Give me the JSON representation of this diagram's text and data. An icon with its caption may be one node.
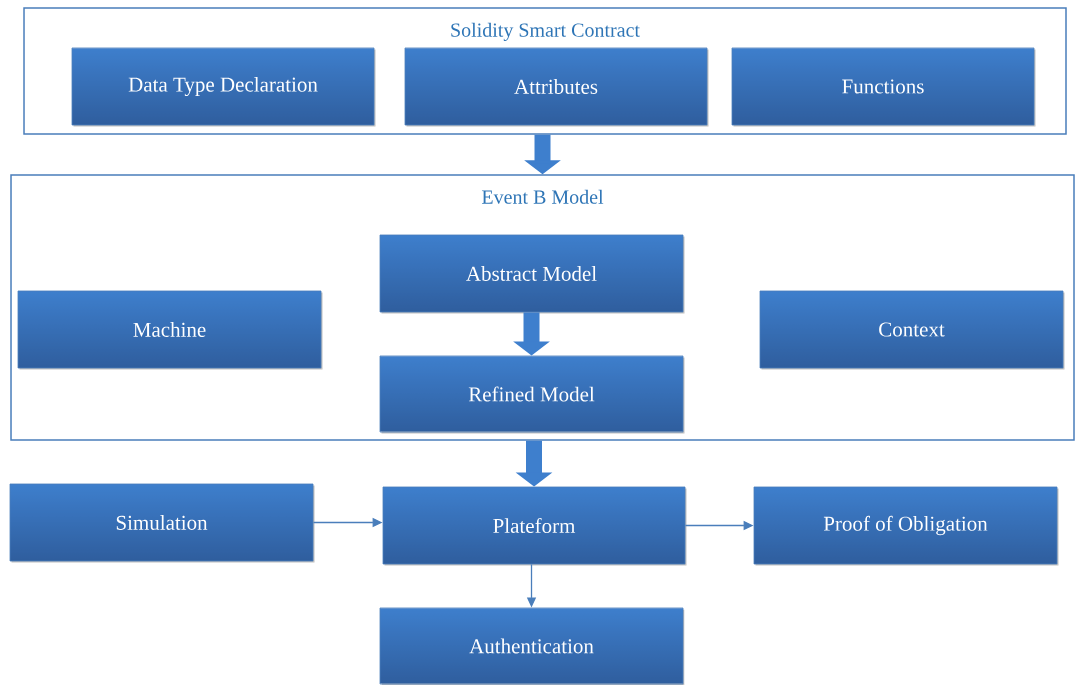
{
  "diagram": {
    "nodes": [
      {
        "text": [
          "Solidity Smart Contract"
        ]
      },
      {
        "text": [
          "Data Type Declaration"
        ],
        "in": 0
      },
      {
        "text": [
          "Attributes"
        ],
        "in": 0
      },
      {
        "text": [
          "Functions"
        ],
        "in": 0
      },
      {
        "text": [
          "Event B Model"
        ]
      },
      {
        "text": [
          "Abstract Model"
        ],
        "in": 4
      },
      {
        "text": [
          "Machine"
        ],
        "in": 4
      },
      {
        "text": [
          "Context"
        ],
        "in": 4
      },
      {
        "text": [
          "Refined Model"
        ],
        "in": 4
      },
      {
        "text": [
          "Simulation"
        ]
      },
      {
        "text": [
          "Plateform"
        ]
      },
      {
        "text": [
          "Proof of Obligation"
        ]
      },
      {
        "text": [
          "Authentication"
        ]
      }
    ],
    "edges": [
      {
        "from": 0,
        "to": 4,
        "arrow": "to",
        "style": "thick"
      },
      {
        "from": 5,
        "to": 8,
        "arrow": "to",
        "style": "thick"
      },
      {
        "from": 4,
        "to": 10,
        "arrow": "to",
        "style": "thick"
      },
      {
        "from": 9,
        "to": 10,
        "arrow": "to"
      },
      {
        "from": 10,
        "to": 11,
        "arrow": "to"
      },
      {
        "from": 10,
        "to": 12,
        "arrow": "to"
      }
    ]
  }
}
